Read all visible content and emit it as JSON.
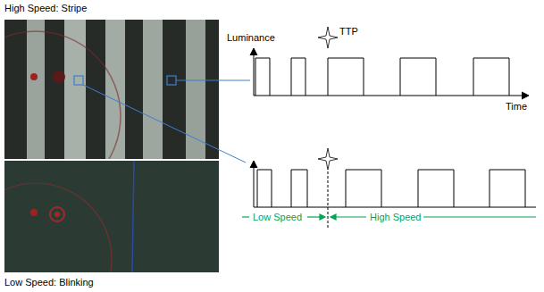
{
  "diagram": {
    "labels": [
      "High Speed: Stripe",
      "Luminance",
      "TTP",
      "Time",
      "Low Speed",
      "High Speed",
      "Low Speed: Blinking"
    ]
  }
}
